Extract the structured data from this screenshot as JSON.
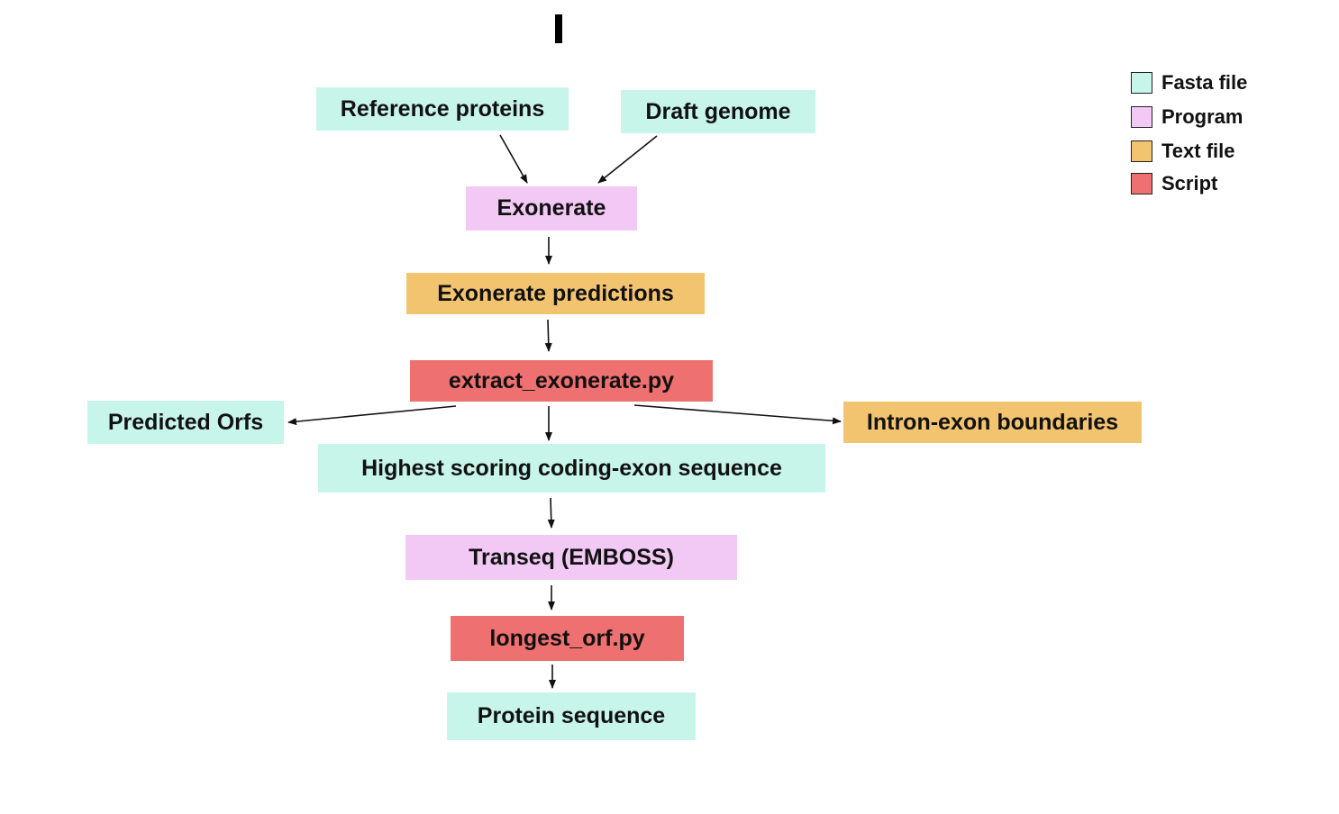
{
  "colors": {
    "fasta": "#c7f5ea",
    "program": "#f2c8f4",
    "text": "#f3c46f",
    "script": "#ef7070"
  },
  "legend": [
    {
      "label": "Fasta file",
      "color": "#c7f5ea"
    },
    {
      "label": "Program",
      "color": "#f2c8f4"
    },
    {
      "label": "Text file",
      "color": "#f3c46f"
    },
    {
      "label": "Script",
      "color": "#ef7070"
    }
  ],
  "nodes": {
    "reference_proteins": "Reference proteins",
    "draft_genome": "Draft genome",
    "exonerate": "Exonerate",
    "exonerate_predictions": "Exonerate predictions",
    "extract_exonerate": "extract_exonerate.py",
    "predicted_orfs": "Predicted Orfs",
    "intron_exon": "Intron-exon boundaries",
    "highest_scoring": "Highest scoring coding-exon sequence",
    "transeq": "Transeq (EMBOSS)",
    "longest_orf": "longest_orf.py",
    "protein_sequence": "Protein sequence"
  }
}
